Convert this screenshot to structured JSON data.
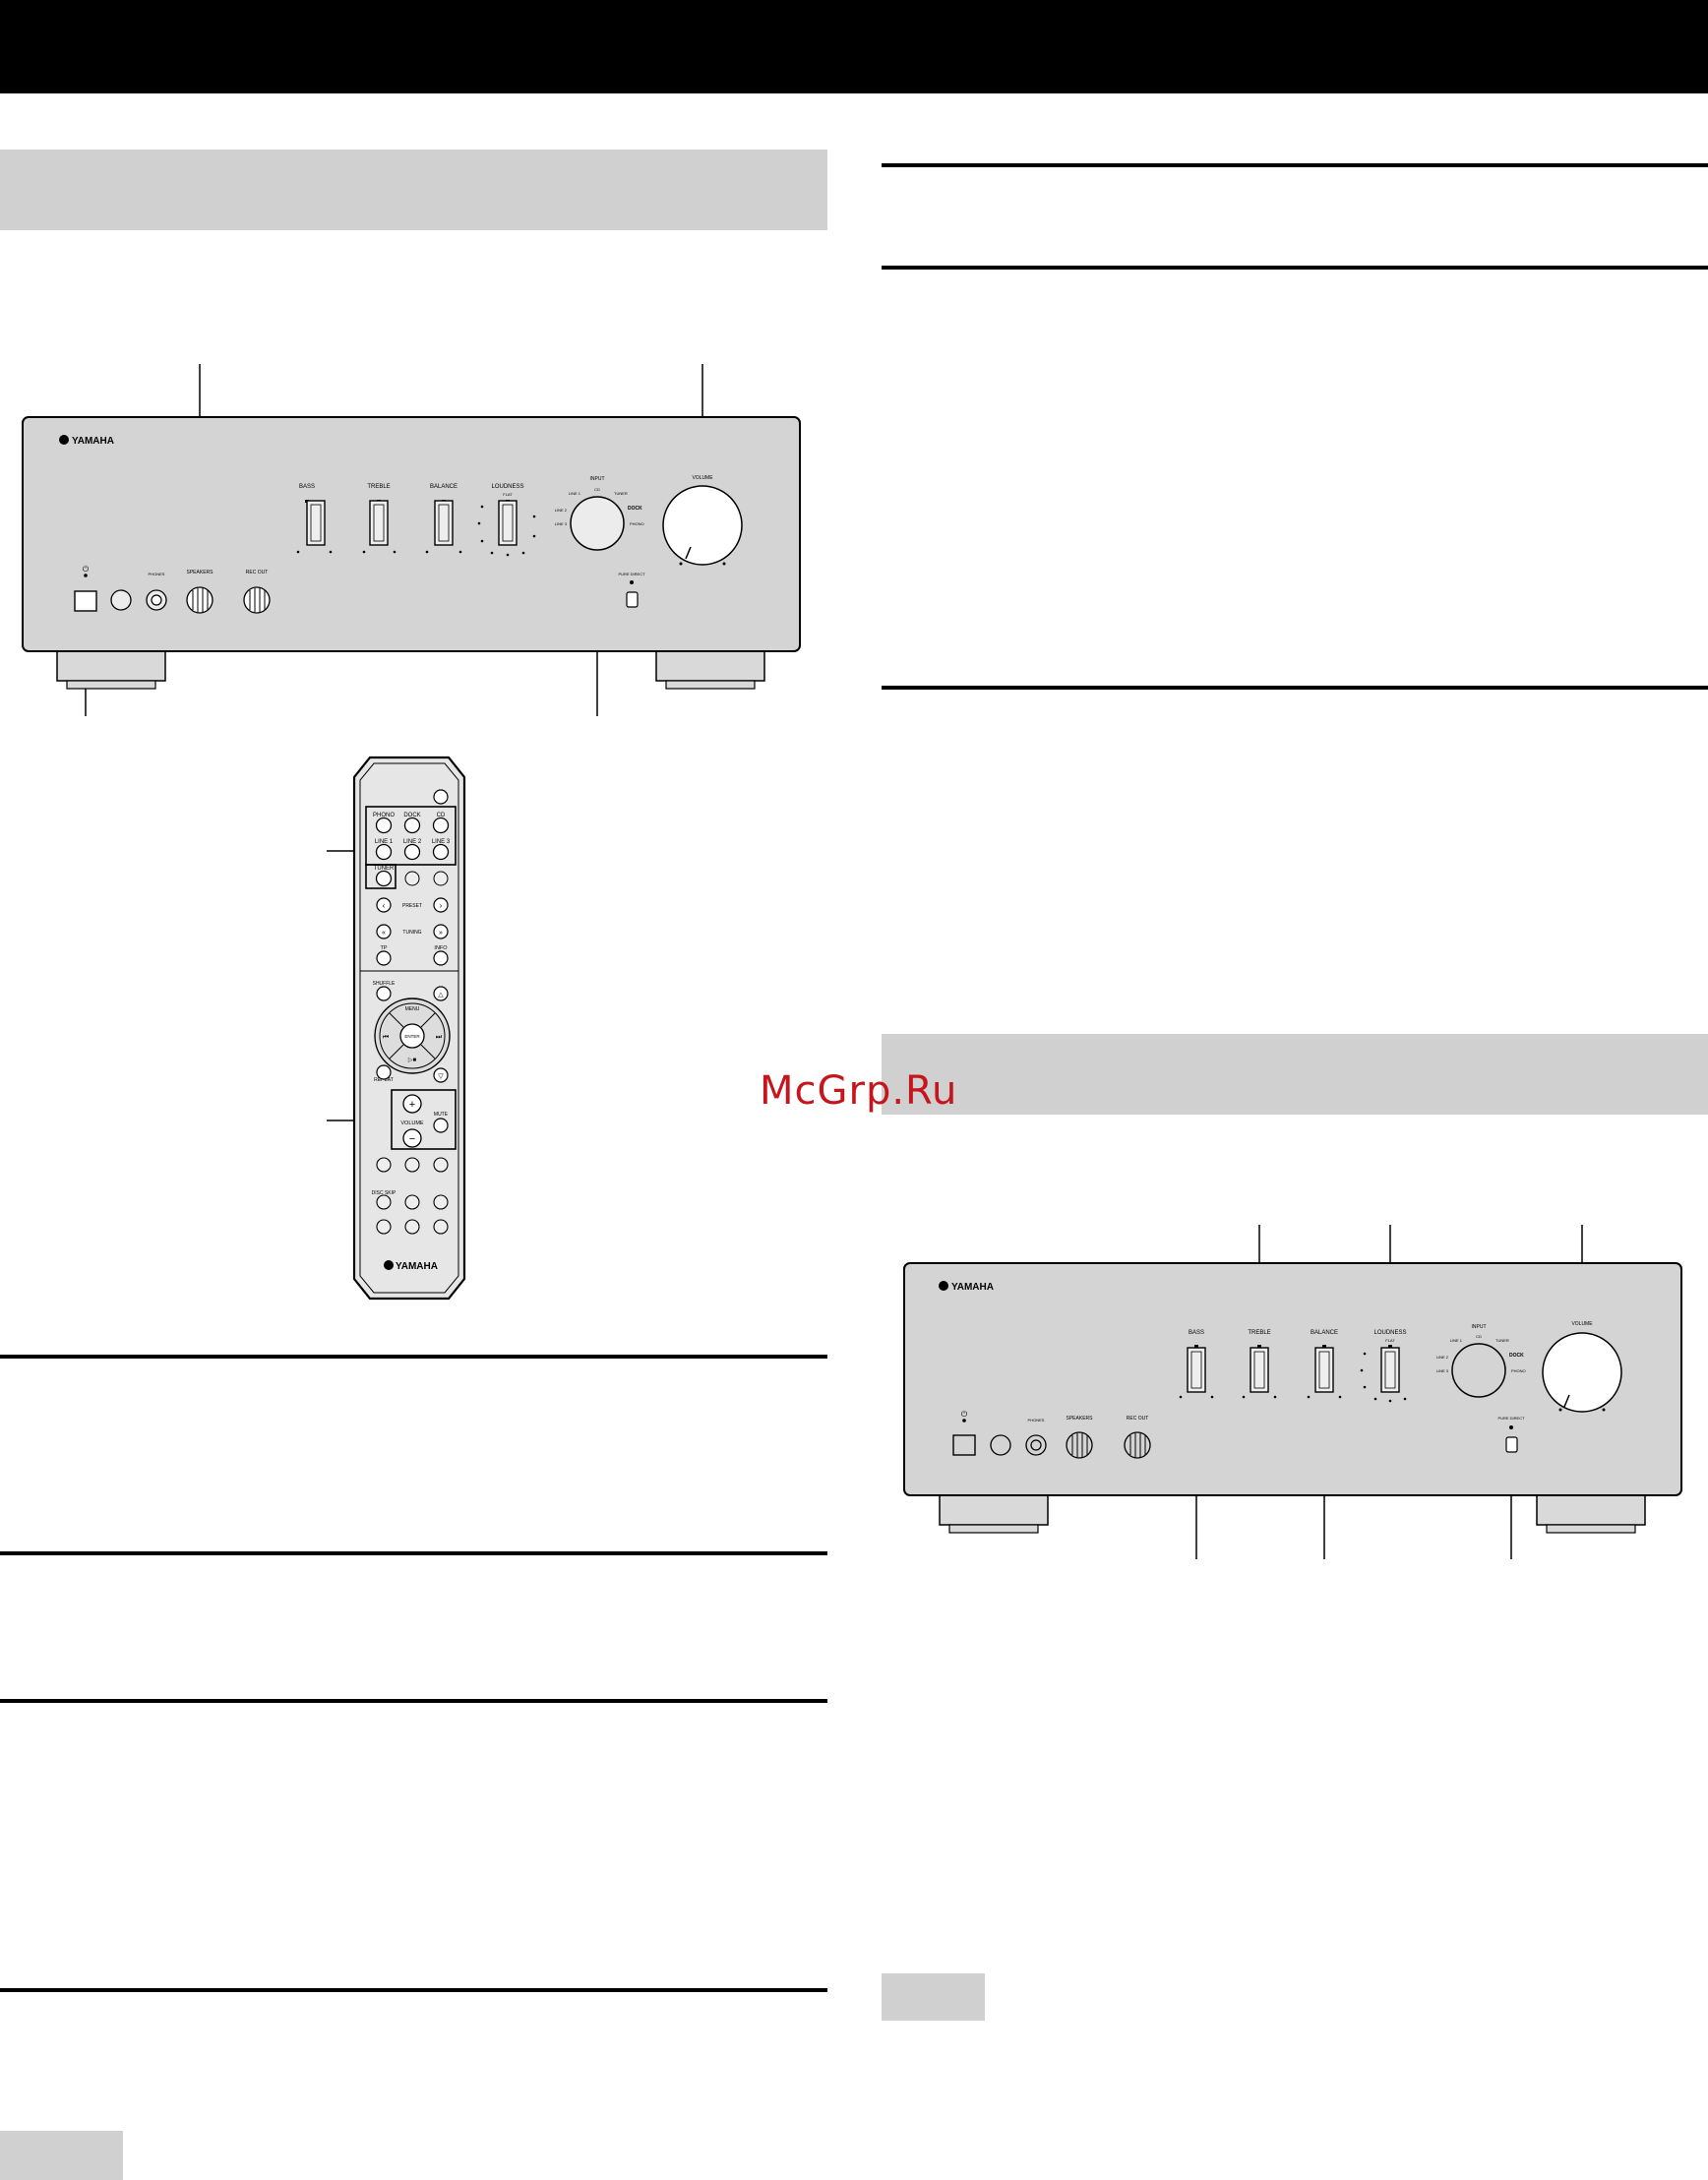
{
  "watermark": "McGrp.Ru",
  "amplifier": {
    "brand": "YAMAHA",
    "labels": {
      "bass": "BASS",
      "treble": "TREBLE",
      "balance": "BALANCE",
      "loudness": "LOUDNESS",
      "flat": "FLAT",
      "input": "INPUT",
      "volume": "VOLUME",
      "phones": "PHONES",
      "speakers": "SPEAKERS",
      "rec_out": "REC OUT",
      "pure_direct": "PURE DIRECT",
      "input_sources": [
        "LINE 1",
        "CD",
        "TUNER",
        "LINE 2",
        "DOCK",
        "LINE 3",
        "PHONO"
      ]
    }
  },
  "remote": {
    "brand": "YAMAHA",
    "input_buttons": [
      "PHONO",
      "DOCK",
      "CD",
      "LINE 1",
      "LINE 2",
      "LINE 3",
      "TUNER"
    ],
    "labels": {
      "preset": "PRESET",
      "tuning": "TUNING",
      "tp": "TP",
      "info": "INFO",
      "shuffle": "SHUFFLE",
      "menu": "MENU",
      "enter": "ENTER",
      "repeat": "REPEAT",
      "volume": "VOLUME",
      "mute": "MUTE",
      "disc_skip": "DISC SKIP"
    }
  }
}
